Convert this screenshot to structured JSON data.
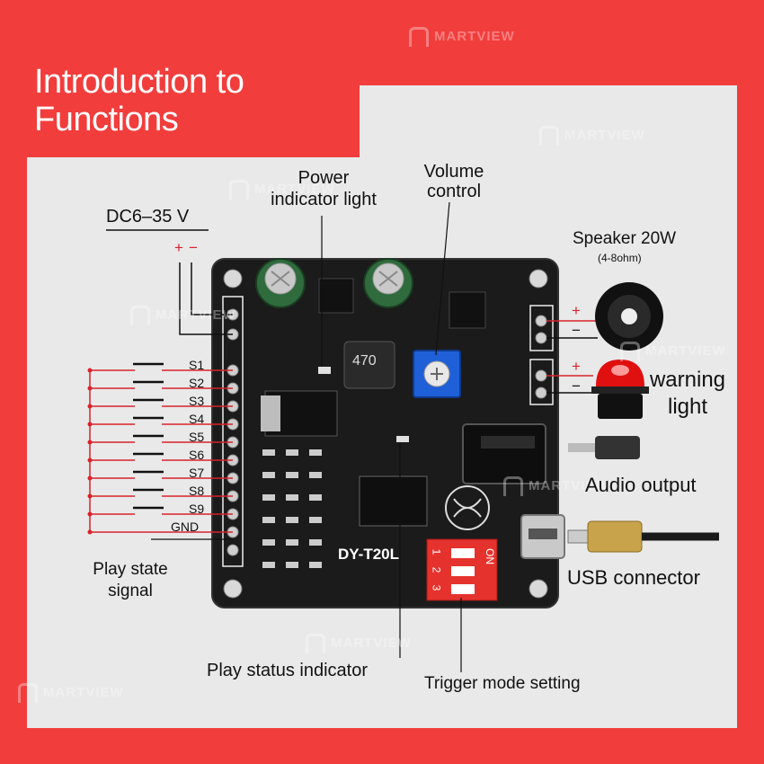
{
  "title_line1": "Introduction to",
  "title_line2": "Functions",
  "watermark": "MARTVIEW",
  "board_model": "DY-T20L",
  "inductor_code": "470",
  "power_input": {
    "label": "DC6–35 V",
    "plus": "+",
    "minus": "−"
  },
  "labels": {
    "power_indicator": [
      "Power",
      "indicator light"
    ],
    "volume_control": [
      "Volume",
      "control"
    ],
    "speaker": "Speaker 20W",
    "speaker_ohm": "(4-8ohm)",
    "warning_light": [
      "warning",
      "light"
    ],
    "audio_output": "Audio output",
    "usb_connector": "USB connector",
    "play_state_signal": [
      "Play state",
      "signal"
    ],
    "play_status_indicator": "Play status indicator",
    "trigger_mode_setting": "Trigger mode setting"
  },
  "terminal_pins": [
    "S1",
    "S2",
    "S3",
    "S4",
    "S5",
    "S6",
    "S7",
    "S8",
    "S9",
    "GND"
  ],
  "dip_switch": {
    "on_label": "ON",
    "positions": [
      "1",
      "2",
      "3"
    ]
  },
  "polarity": {
    "plus": "+",
    "minus": "−"
  },
  "colors": {
    "background": "#f23d3d",
    "panel": "#e9e9e9",
    "board": "#1b1b1b",
    "dip": "#e6322d",
    "wire": "#d8232a",
    "pot": "#1f5fd8"
  }
}
